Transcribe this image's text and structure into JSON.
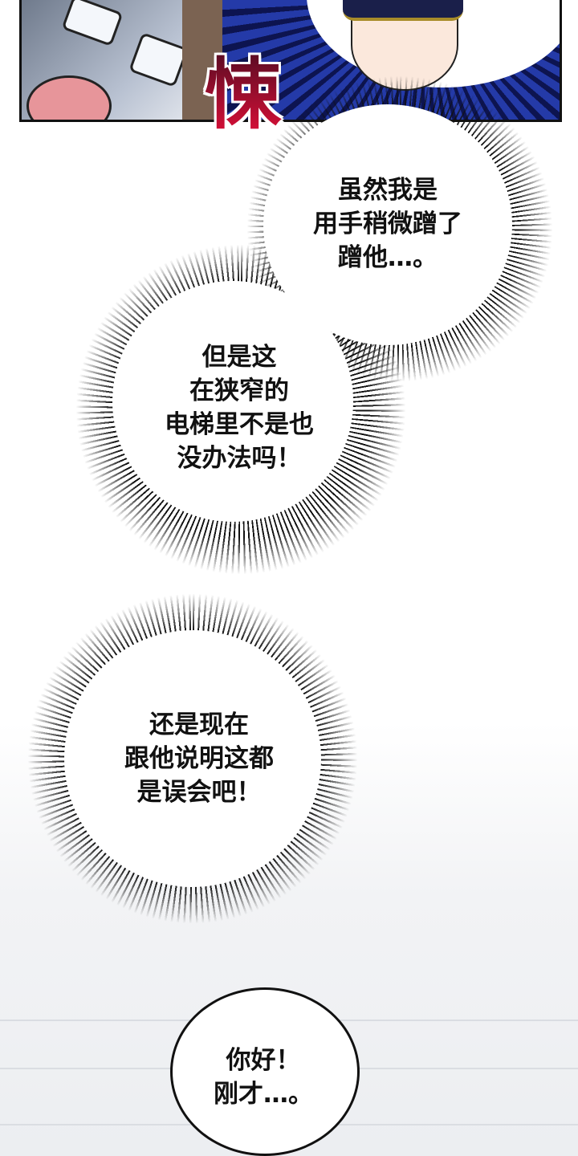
{
  "panel": {
    "sfx": "悚"
  },
  "bubbles": [
    {
      "lines": [
        "虽然我是",
        "用手稍微蹭了",
        "蹭他…。"
      ]
    },
    {
      "lines": [
        "但是这",
        "在狭窄的",
        "电梯里不是也",
        "没办法吗！"
      ]
    },
    {
      "lines": [
        "还是现在",
        "跟他说明这都",
        "是误会吧！"
      ]
    },
    {
      "lines": [
        "你好！",
        "刚才…。"
      ]
    }
  ]
}
